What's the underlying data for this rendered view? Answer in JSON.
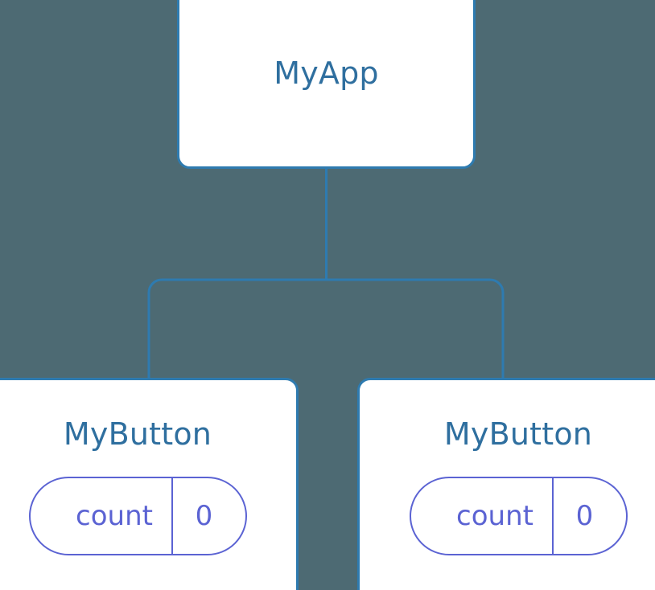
{
  "canvas": {
    "background_color": "#4d6a73",
    "node_border_color": "#2e7bb0",
    "node_fill_color": "#ffffff",
    "node_title_color": "#2f6f9f",
    "pill_color": "#5b63d3",
    "edge_color": "#2e7bb0"
  },
  "tree": {
    "root": {
      "title": "MyApp"
    },
    "children": [
      {
        "title": "MyButton",
        "state": {
          "key": "count",
          "value": "0"
        }
      },
      {
        "title": "MyButton",
        "state": {
          "key": "count",
          "value": "0"
        }
      }
    ]
  }
}
